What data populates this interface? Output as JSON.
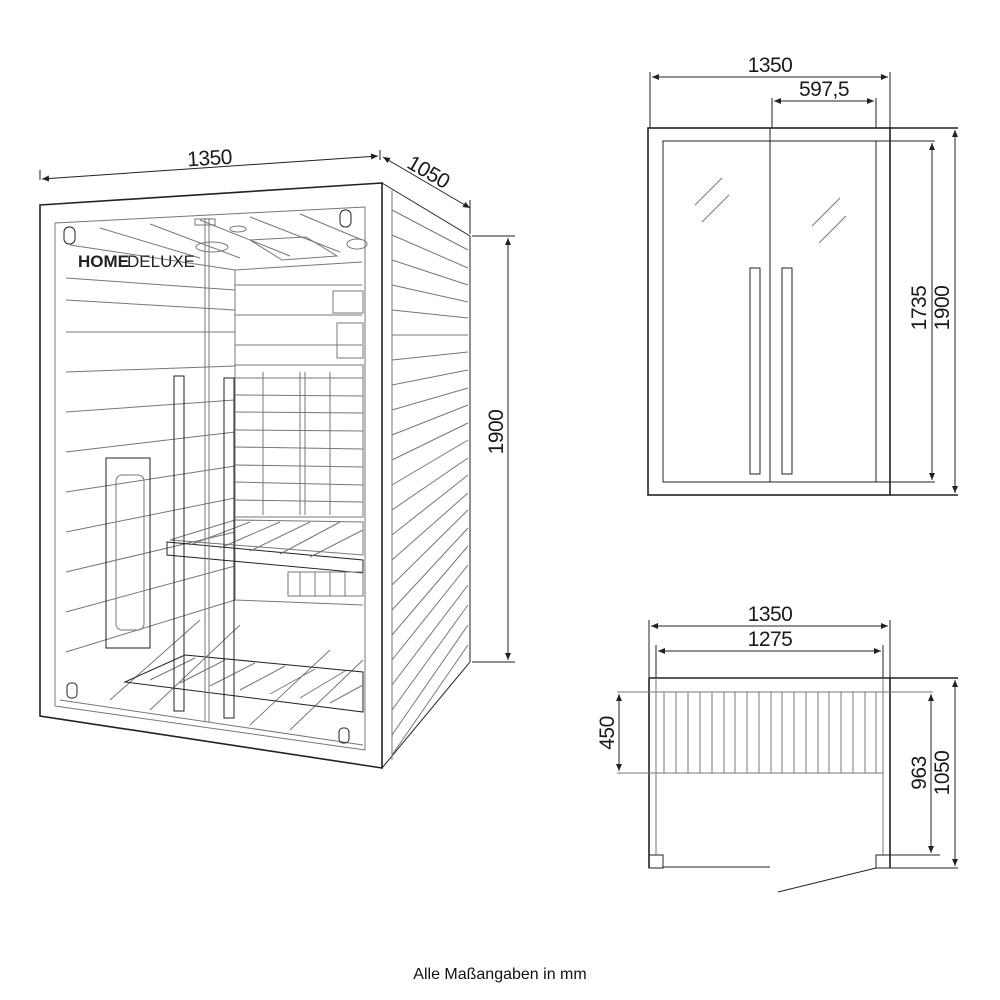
{
  "brand": {
    "bold": "HOME",
    "light": "DELUXE"
  },
  "perspective_view": {
    "width_label": "1350",
    "depth_label": "1050",
    "height_label": "1900"
  },
  "front_view": {
    "width_label": "1350",
    "door_width_label": "597,5",
    "door_height_label": "1735",
    "height_label": "1900"
  },
  "top_view": {
    "width_label": "1350",
    "inner_width_label": "1275",
    "bench_depth_label": "450",
    "inner_depth_label": "963",
    "depth_label": "1050"
  },
  "footer": {
    "note": "Alle Maßangaben in mm"
  },
  "colors": {
    "line": "#222222",
    "light_line": "#777777",
    "background": "#ffffff"
  }
}
